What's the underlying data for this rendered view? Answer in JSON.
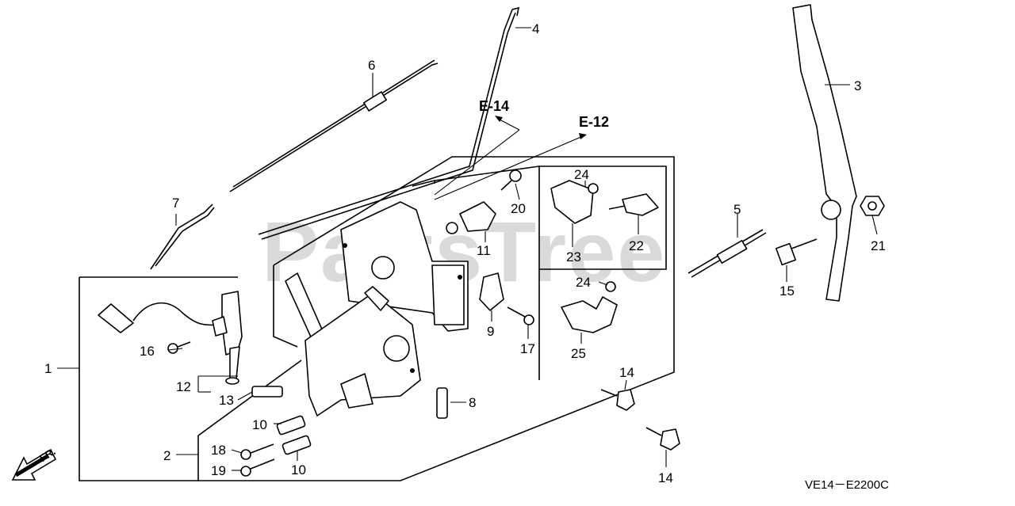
{
  "diagram": {
    "code": "VE14－E2200C",
    "watermark": "PartsTree",
    "direction_label": "FR.",
    "references": {
      "e14": "E-14",
      "e12": "E-12"
    },
    "callouts": {
      "c1": "1",
      "c2": "2",
      "c3": "3",
      "c4": "4",
      "c5": "5",
      "c6": "6",
      "c7": "7",
      "c8": "8",
      "c9": "9",
      "c10a": "10",
      "c10b": "10",
      "c11": "11",
      "c12": "12",
      "c13": "13",
      "c14a": "14",
      "c14b": "14",
      "c15": "15",
      "c16": "16",
      "c17": "17",
      "c18": "18",
      "c19": "19",
      "c20": "20",
      "c21": "21",
      "c22": "22",
      "c23": "23",
      "c24a": "24",
      "c24b": "24",
      "c25": "25"
    }
  }
}
